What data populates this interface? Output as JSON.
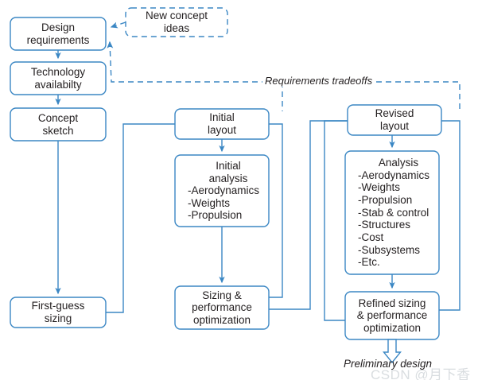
{
  "diagram": {
    "title": "Aircraft conceptual design process flowchart",
    "accent_color": "#3b87c4",
    "text_color": "#231f20",
    "background": "#ffffff",
    "boxes": {
      "design_requirements": {
        "lines": [
          "Design",
          "requirements"
        ],
        "style": "solid"
      },
      "technology_availability": {
        "lines": [
          "Technology",
          "availabilty"
        ],
        "style": "solid"
      },
      "concept_sketch": {
        "lines": [
          "Concept",
          "sketch"
        ],
        "style": "solid"
      },
      "first_guess_sizing": {
        "lines": [
          "First-guess",
          "sizing"
        ],
        "style": "solid"
      },
      "new_concept_ideas": {
        "lines": [
          "New concept",
          "ideas"
        ],
        "style": "dashed"
      },
      "initial_layout": {
        "lines": [
          "Initial",
          "layout"
        ],
        "style": "solid"
      },
      "initial_analysis": {
        "title": [
          "Initial",
          "analysis"
        ],
        "items": [
          "-Aerodynamics",
          "-Weights",
          "-Propulsion"
        ],
        "style": "solid"
      },
      "sizing_performance": {
        "lines": [
          "Sizing &",
          "performance",
          "optimization"
        ],
        "style": "solid"
      },
      "revised_layout": {
        "lines": [
          "Revised",
          "layout"
        ],
        "style": "solid"
      },
      "analysis": {
        "title": [
          "Analysis"
        ],
        "items": [
          "-Aerodynamics",
          "-Weights",
          "-Propulsion",
          "-Stab & control",
          "-Structures",
          "-Cost",
          "-Subsystems",
          "-Etc."
        ],
        "style": "solid"
      },
      "refined_sizing": {
        "lines": [
          "Refined sizing",
          "& performance",
          "optimization"
        ],
        "style": "solid"
      }
    },
    "edge_labels": {
      "requirements_tradeoffs": "Requirements tradeoffs"
    },
    "outcome": {
      "preliminary_design": "Preliminary design"
    },
    "watermark": "CSDN @月下香"
  }
}
